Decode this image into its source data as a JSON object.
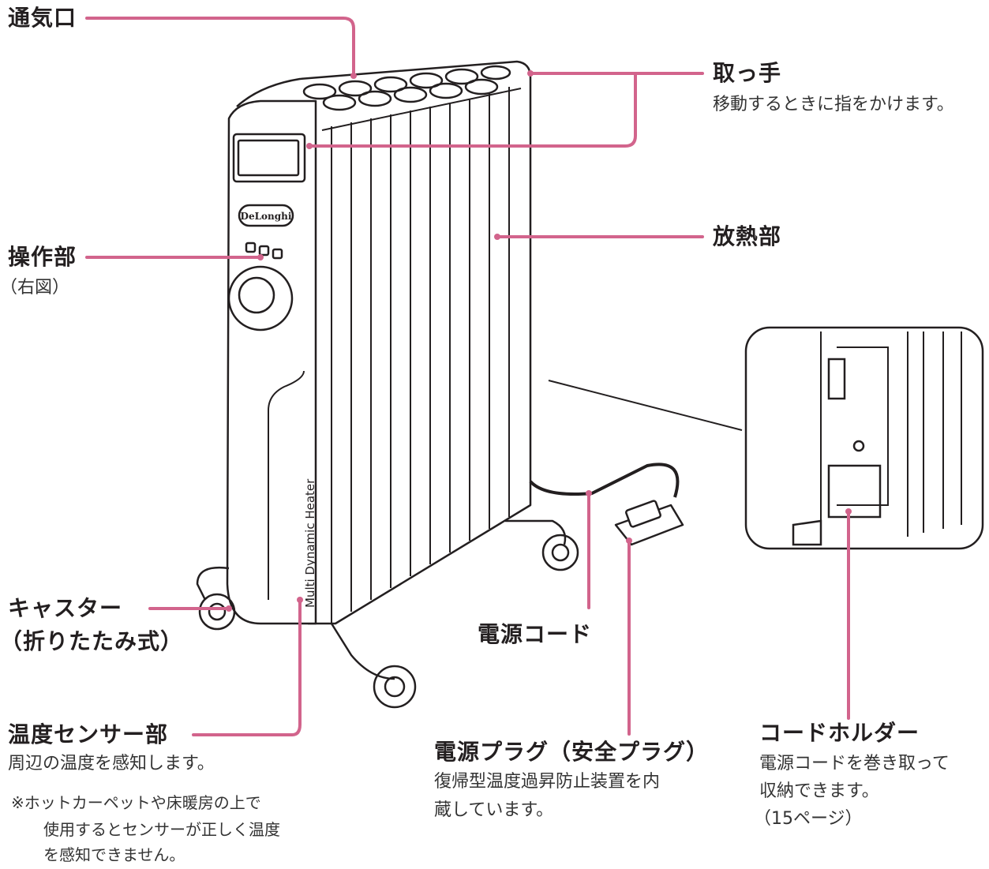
{
  "colors": {
    "leader": "#d2648c",
    "outline": "#231f20",
    "body": "#ffffff"
  },
  "model_text": "Multi Dynamic Heater",
  "logo_text": "DeLonghi",
  "labels": {
    "vent": {
      "title": "通気口"
    },
    "handle": {
      "title": "取っ手",
      "desc": "移動するときに指をかけます。"
    },
    "control": {
      "title": "操作部",
      "desc": "（右図）"
    },
    "radiator": {
      "title": "放熱部"
    },
    "caster": {
      "title_line1": "キャスター",
      "title_line2": "（折りたたみ式）"
    },
    "sensor": {
      "title": "温度センサー部",
      "desc": "周辺の温度を感知します。",
      "note_line1": "※ホットカーペットや床暖房の上で",
      "note_line2": "使用するとセンサーが正しく温度",
      "note_line3": "を感知できません。"
    },
    "cord": {
      "title": "電源コード"
    },
    "plug": {
      "title": "電源プラグ（安全プラグ）",
      "desc_line1": "復帰型温度過昇防止装置を内",
      "desc_line2": "蔵しています。"
    },
    "holder": {
      "title": "コードホルダー",
      "desc_line1": "電源コードを巻き取って",
      "desc_line2": "収納できます。",
      "desc_line3": "（15ページ）"
    }
  }
}
